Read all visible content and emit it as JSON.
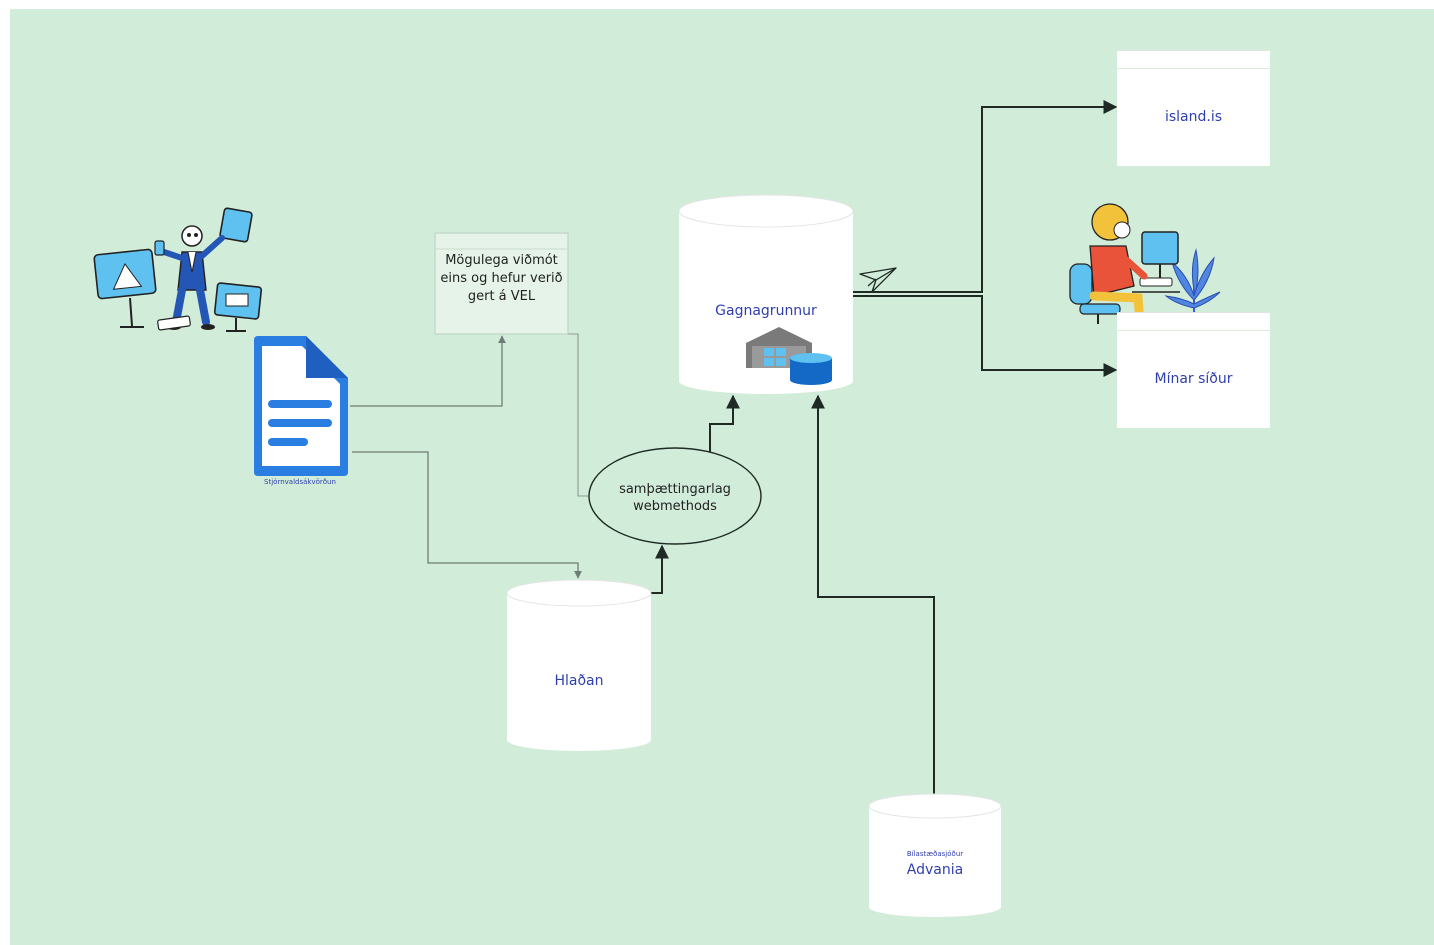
{
  "nodes": {
    "note": {
      "text": "Mögulega viðmót eins og hefur verið gert á VEL"
    },
    "integration": {
      "line1": "samþættingarlag",
      "line2": "webmethods"
    },
    "gagnagrunnur": {
      "label": "Gagnagrunnur"
    },
    "hladan": {
      "label": "Hlaðan"
    },
    "advania": {
      "sublabel": "Bílastæðasjóður",
      "label": "Advania"
    },
    "island": {
      "label": "island.is"
    },
    "minar": {
      "label": "Mínar síður"
    },
    "document": {
      "caption": "Stjórnvaldsákvörðun"
    }
  },
  "colors": {
    "background": "#d2ecda",
    "database_label": "#2f3fae",
    "document_blue": "#2a7de1",
    "connector": "#1f2a24"
  },
  "icons": [
    "presenter-illustration",
    "document-icon",
    "warehouse-database-icon",
    "paper-plane-icon",
    "person-at-computer-illustration"
  ]
}
